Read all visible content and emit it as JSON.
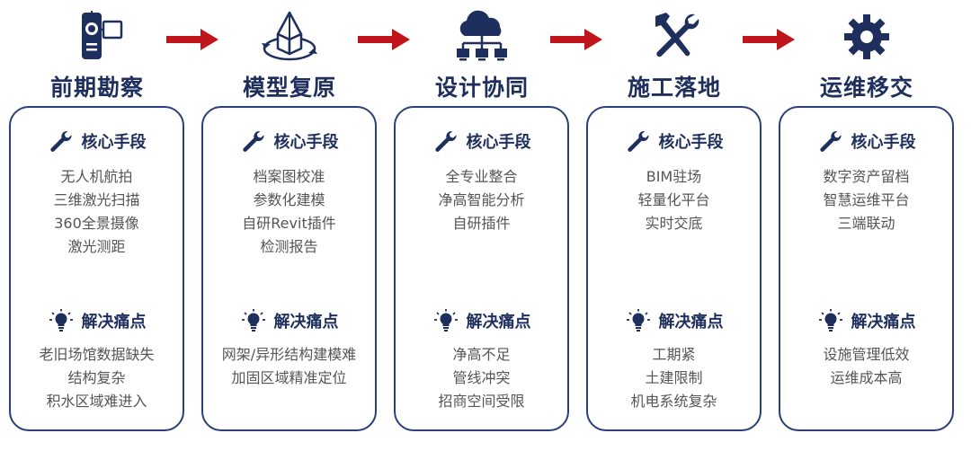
{
  "colors": {
    "primary": "#1e2f5e",
    "arrow": "#c0161b",
    "text": "#555555"
  },
  "section_labels": {
    "means": "核心手段",
    "pain": "解决痛点"
  },
  "stages": [
    {
      "title": "前期勘察",
      "icon": "camera-icon",
      "means": [
        "无人机航拍",
        "三维激光扫描",
        "360全景摄像",
        "激光测距"
      ],
      "pain": [
        "老旧场馆数据缺失",
        "结构复杂",
        "积水区域难进入"
      ]
    },
    {
      "title": "模型复原",
      "icon": "model-cube-icon",
      "means": [
        "档案图校准",
        "参数化建模",
        "自研Revit插件",
        "检测报告"
      ],
      "pain": [
        "网架/异形结构建模难",
        "加固区域精准定位"
      ]
    },
    {
      "title": "设计协同",
      "icon": "cloud-network-icon",
      "means": [
        "全专业整合",
        "净高智能分析",
        "自研插件"
      ],
      "pain": [
        "净高不足",
        "管线冲突",
        "招商空间受限"
      ]
    },
    {
      "title": "施工落地",
      "icon": "tools-icon",
      "means": [
        "BIM驻场",
        "轻量化平台",
        "实时交底"
      ],
      "pain": [
        "工期紧",
        "土建限制",
        "机电系统复杂"
      ]
    },
    {
      "title": "运维移交",
      "icon": "gear-icon",
      "means": [
        "数字资产留档",
        "智慧运维平台",
        "三端联动"
      ],
      "pain": [
        "设施管理低效",
        "运维成本高"
      ]
    }
  ]
}
